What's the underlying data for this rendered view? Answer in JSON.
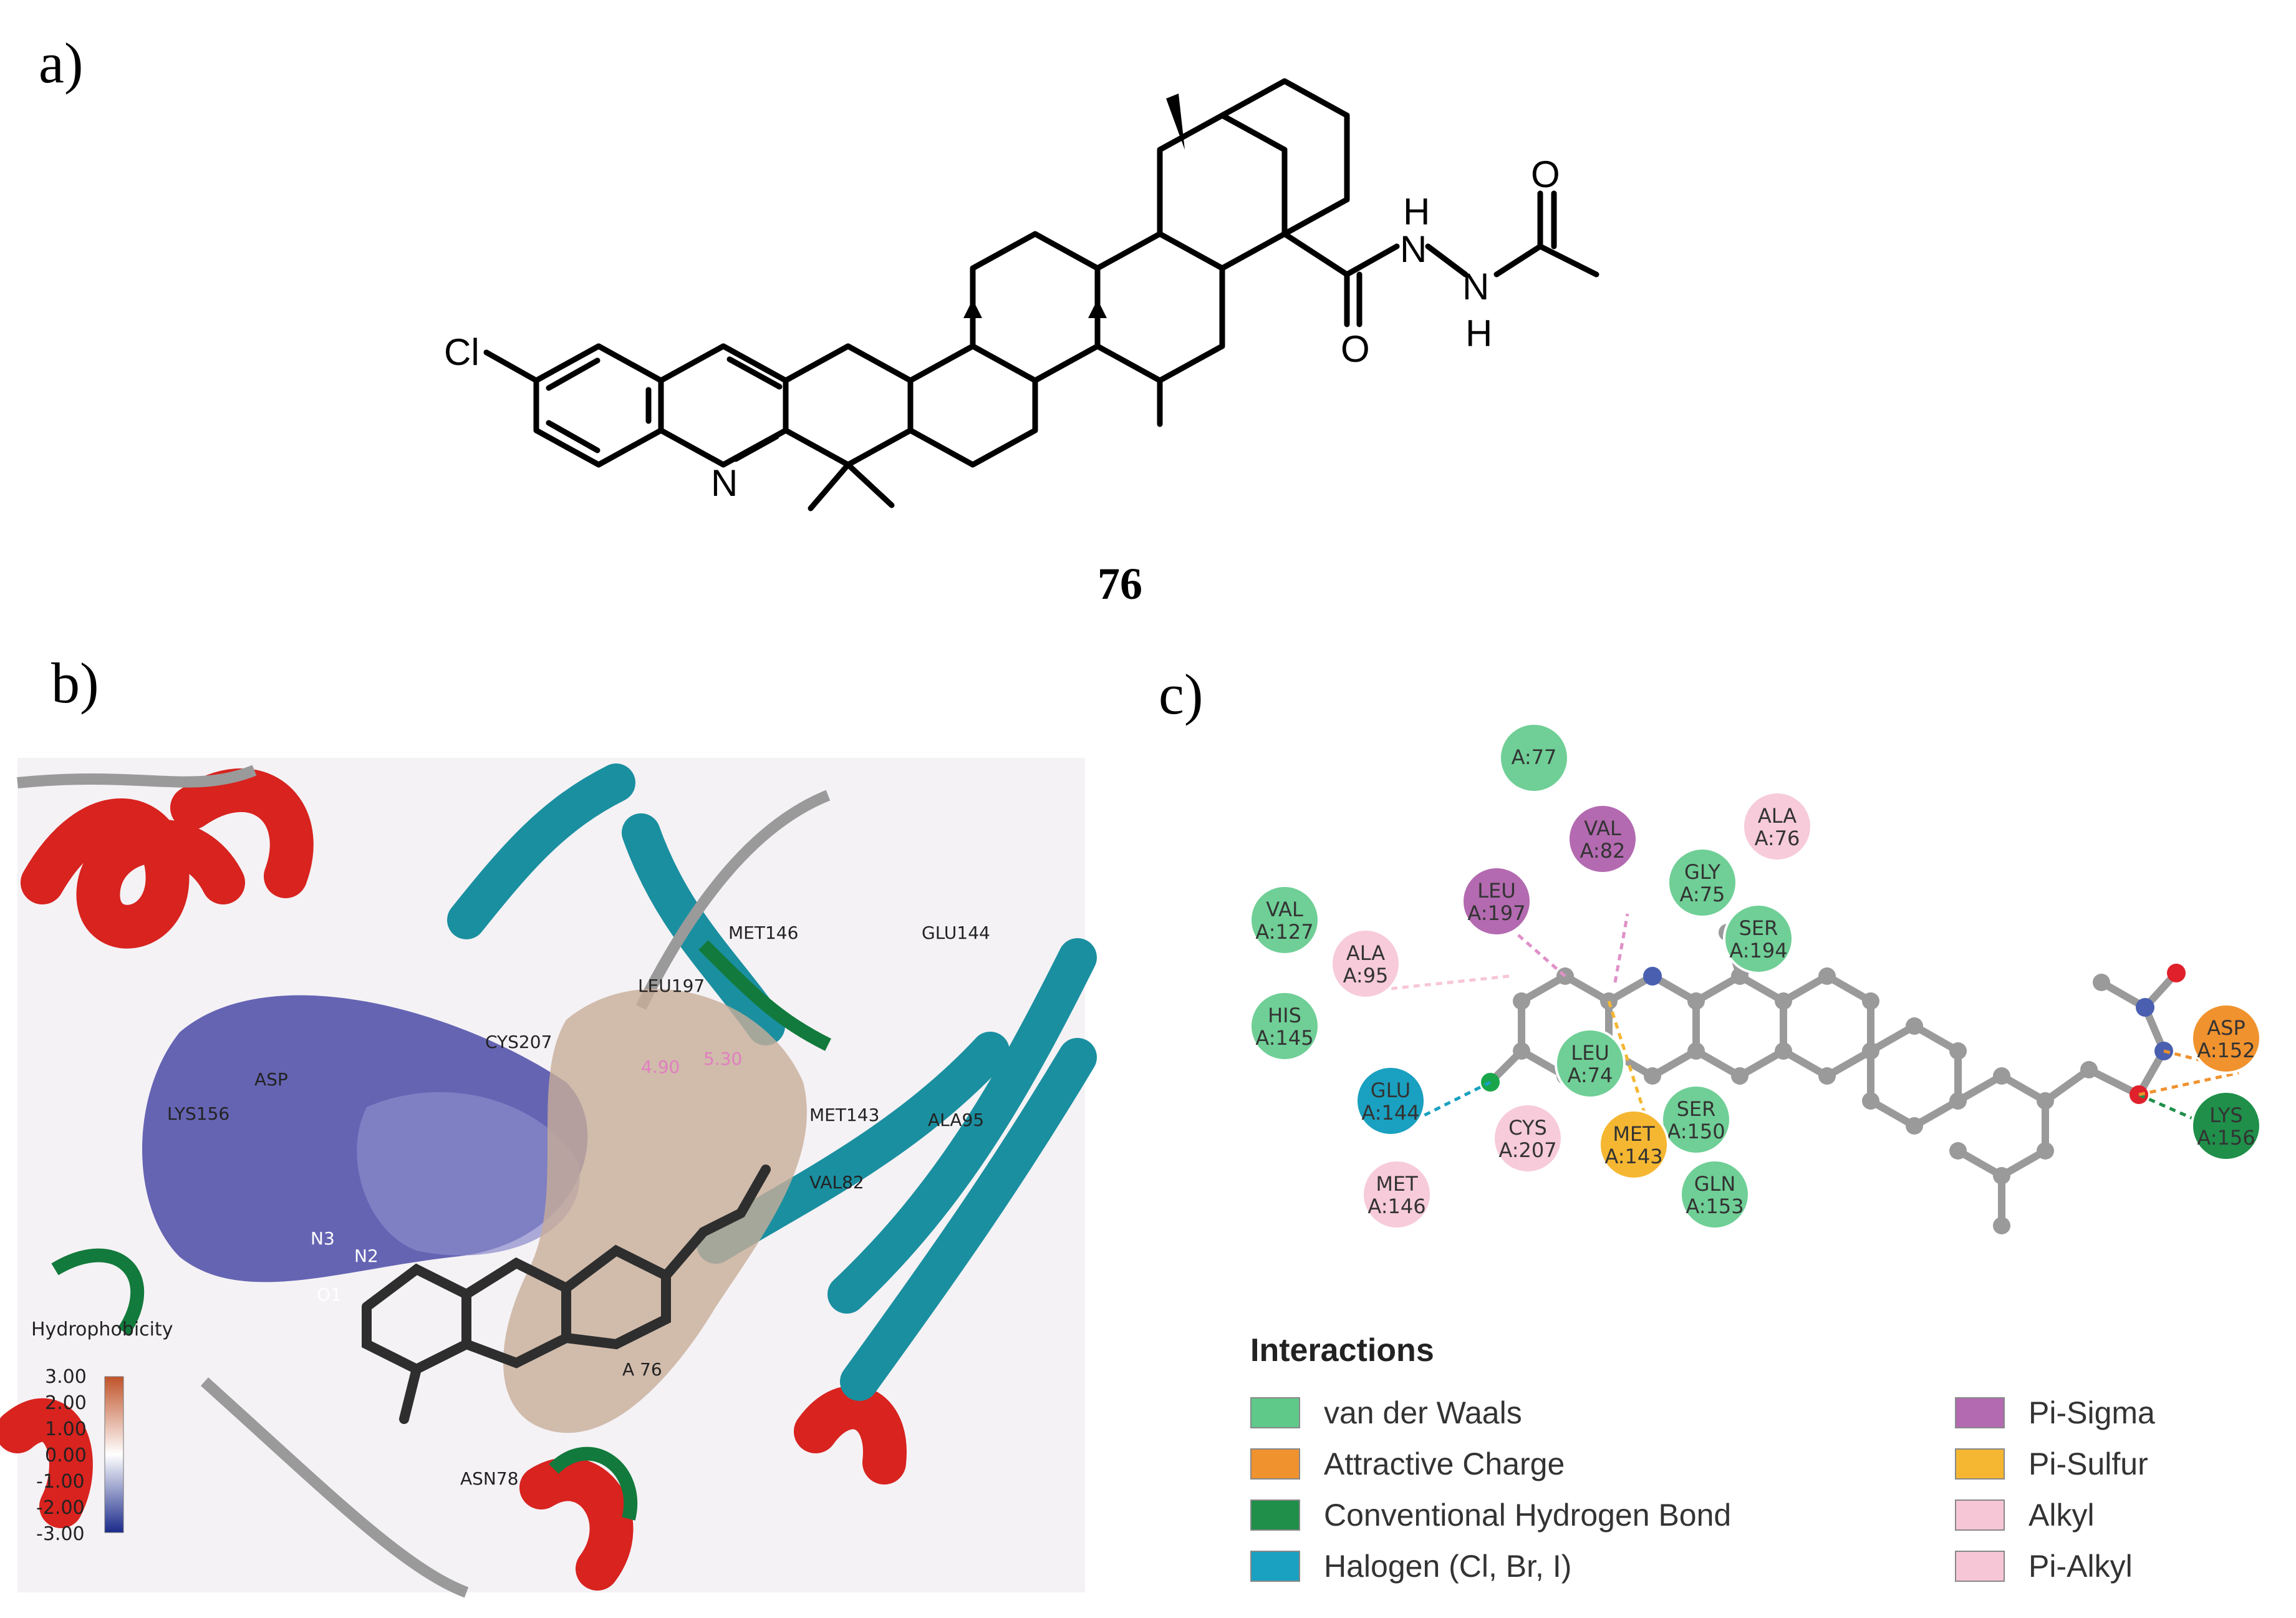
{
  "panels": {
    "a": "a)",
    "b": "b)",
    "c": "c)"
  },
  "molecule": {
    "compound_number": "76",
    "atoms": {
      "Cl": "Cl",
      "N": "N",
      "O_amide": "O",
      "O_acetyl": "O",
      "NH1_N": "N",
      "NH1_H": "H",
      "NH2_N": "N",
      "NH2_H": "H"
    }
  },
  "docking": {
    "residues": [
      "MET146",
      "GLU144",
      "LEU197",
      "CYS207",
      "ASP",
      "LYS156",
      "MET143",
      "ALA95",
      "VAL82",
      "N3",
      "N2",
      "O1",
      "A 76",
      "ASN78"
    ],
    "distances": [
      "4.90",
      "5.30"
    ],
    "scale": {
      "title": "Hydrophobicity",
      "ticks": [
        "3.00",
        "2.00",
        "1.00",
        "0.00",
        "-1.00",
        "-2.00",
        "-3.00"
      ],
      "color_top": "#c0532a",
      "color_bottom": "#1a2a8a"
    }
  },
  "interaction_map": {
    "residues": [
      {
        "name": "A:77",
        "type": "vdw"
      },
      {
        "name": "VAL A:82",
        "type": "pi-sigma"
      },
      {
        "name": "GLY A:75",
        "type": "vdw"
      },
      {
        "name": "ALA A:76",
        "type": "alkyl"
      },
      {
        "name": "LEU A:197",
        "type": "pi-sigma"
      },
      {
        "name": "SER A:194",
        "type": "vdw"
      },
      {
        "name": "VAL A:127",
        "type": "vdw"
      },
      {
        "name": "ALA A:95",
        "type": "alkyl"
      },
      {
        "name": "HIS A:145",
        "type": "vdw"
      },
      {
        "name": "GLU A:144",
        "type": "halogen"
      },
      {
        "name": "LEU A:74",
        "type": "vdw"
      },
      {
        "name": "SER A:150",
        "type": "vdw"
      },
      {
        "name": "CYS A:207",
        "type": "alkyl"
      },
      {
        "name": "MET A:143",
        "type": "pi-sulfur"
      },
      {
        "name": "MET A:146",
        "type": "alkyl"
      },
      {
        "name": "GLN A:153",
        "type": "vdw"
      },
      {
        "name": "ASP A:152",
        "type": "attractive"
      },
      {
        "name": "LYS A:156",
        "type": "hbond"
      }
    ]
  },
  "legend": {
    "title": "Interactions",
    "items": [
      {
        "label": "van der Waals",
        "color": "#5fc98a"
      },
      {
        "label": "Attractive Charge",
        "color": "#f0922e"
      },
      {
        "label": "Conventional Hydrogen Bond",
        "color": "#1f8f4a"
      },
      {
        "label": "Halogen (Cl, Br, I)",
        "color": "#1aa0c0"
      },
      {
        "label": "Pi-Sigma",
        "color": "#b36ab0"
      },
      {
        "label": "Pi-Sulfur",
        "color": "#f5b731"
      },
      {
        "label": "Alkyl",
        "color": "#f7c6d6"
      },
      {
        "label": "Pi-Alkyl",
        "color": "#f7c6d6"
      }
    ]
  }
}
